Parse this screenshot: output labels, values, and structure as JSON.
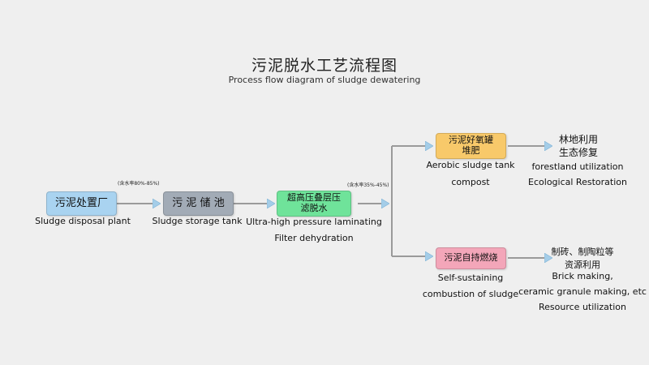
{
  "title": {
    "cn": "污泥脱水工艺流程图",
    "en": "Process flow diagram of sludge dewatering"
  },
  "notes": {
    "moisture_1": "(含水率80%-85%)",
    "moisture_2": "(含水率35%-45%)"
  },
  "nodes": {
    "disposal": {
      "cn": "污泥处置厂",
      "en": "Sludge disposal plant"
    },
    "storage": {
      "cn": "污 泥 储 池",
      "en": "Sludge storage tank"
    },
    "filter": {
      "cn_1": "超高压叠层压",
      "cn_2": "滤脱水",
      "en_1": "Ultra-high pressure laminating",
      "en_2": "Filter dehydration"
    },
    "aerobic": {
      "cn_1": "污泥好氧罐",
      "cn_2": "堆肥",
      "en_1": "Aerobic sludge tank",
      "en_2": "compost"
    },
    "combustion": {
      "cn": "污泥自持燃烧",
      "en_1": "Self-sustaining",
      "en_2": "combustion of sludge"
    }
  },
  "outputs": {
    "forest": {
      "cn_1": "林地利用",
      "cn_2": "生态修复",
      "en_1": "forestland utilization",
      "en_2": "Ecological Restoration"
    },
    "resource": {
      "cn_1": "制砖、制陶粒等",
      "cn_2": "资源利用",
      "en_1": "Brick making,",
      "en_2": "ceramic granule making, etc",
      "en_3": "Resource utilization"
    }
  },
  "colors": {
    "background": "#efefef",
    "disposal": "#a9d3f0",
    "storage": "#a2abb6",
    "filter": "#6fe39a",
    "aerobic": "#f8c96a",
    "combustion": "#f3a6b9",
    "arrow": "#a4cde8",
    "line": "#9a9a9a"
  }
}
